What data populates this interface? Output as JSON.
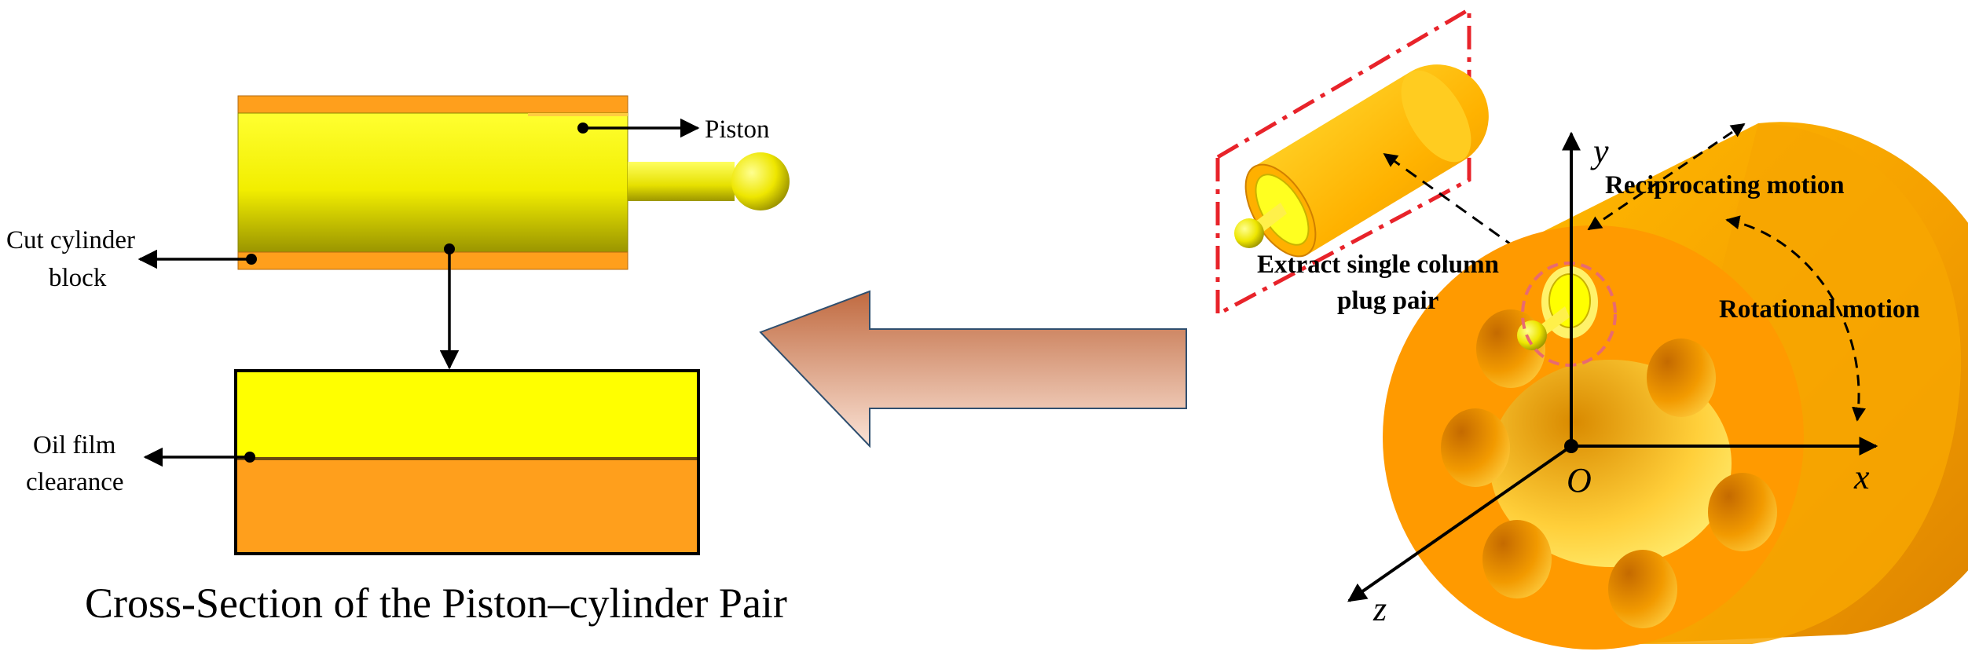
{
  "left_panel": {
    "labels": {
      "piston": "Piston",
      "cut_cylinder_block_line1": "Cut cylinder",
      "cut_cylinder_block_line2": "block",
      "oil_film_line1": "Oil film",
      "oil_film_line2": "clearance"
    },
    "caption": "Cross-Section of the Piston–cylinder Pair"
  },
  "right_panel": {
    "labels": {
      "extract_line1": "Extract single column",
      "extract_line2": "plug pair",
      "reciprocating": "Reciprocating motion",
      "rotational": "Rotational motion"
    },
    "axes": {
      "x": "x",
      "y": "y",
      "z": "z",
      "origin": "O"
    }
  },
  "colors": {
    "piston_yellow": "#ffff00",
    "cylinder_orange": "#ff9f1c",
    "arrow_gradient_dark": "#c06a40",
    "arrow_gradient_light": "#fbe3d6",
    "highlight_red": "#e8232a"
  }
}
